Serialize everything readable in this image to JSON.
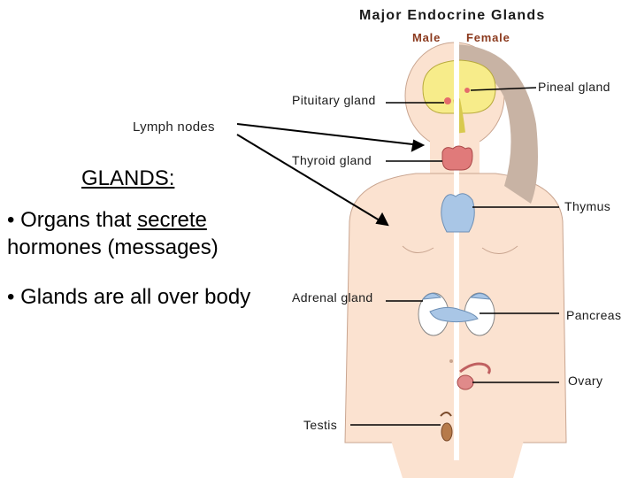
{
  "slide": {
    "lymph_label": "Lymph nodes",
    "heading": "GLANDS:",
    "bullets": [
      {
        "prefix": "• Organs that ",
        "underlined": "secrete",
        "suffix": " hormones (messages)"
      },
      {
        "text": "• Glands are all over body"
      }
    ]
  },
  "diagram": {
    "title": "Major Endocrine Glands",
    "male_label": "Male",
    "female_label": "Female",
    "labels": {
      "pituitary": "Pituitary gland",
      "pineal": "Pineal gland",
      "thyroid": "Thyroid gland",
      "thymus": "Thymus",
      "adrenal": "Adrenal gland",
      "pancreas": "Pancreas",
      "ovary": "Ovary",
      "testis": "Testis"
    },
    "colors": {
      "body_skin": "#fbe2d0",
      "brain": "#f7ec8a",
      "thyroid": "#e07a7a",
      "thymus": "#a9c6e6",
      "kidney": "#ffffff",
      "divider": "#ffffff"
    }
  }
}
